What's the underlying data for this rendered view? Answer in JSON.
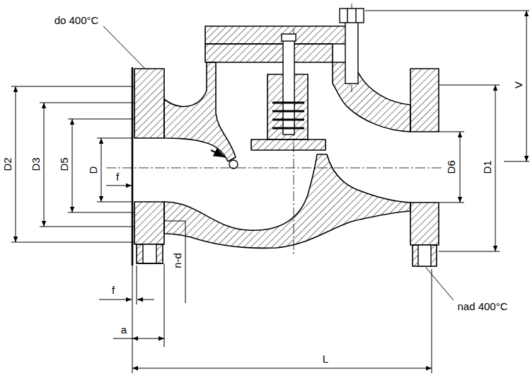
{
  "diagram": {
    "labels": [
      "do 400°C",
      "D2",
      "D3",
      "D5",
      "D",
      "f",
      "f",
      "n-d",
      "a",
      "L",
      "D6",
      "D1",
      "V",
      "nad 400°C"
    ]
  }
}
